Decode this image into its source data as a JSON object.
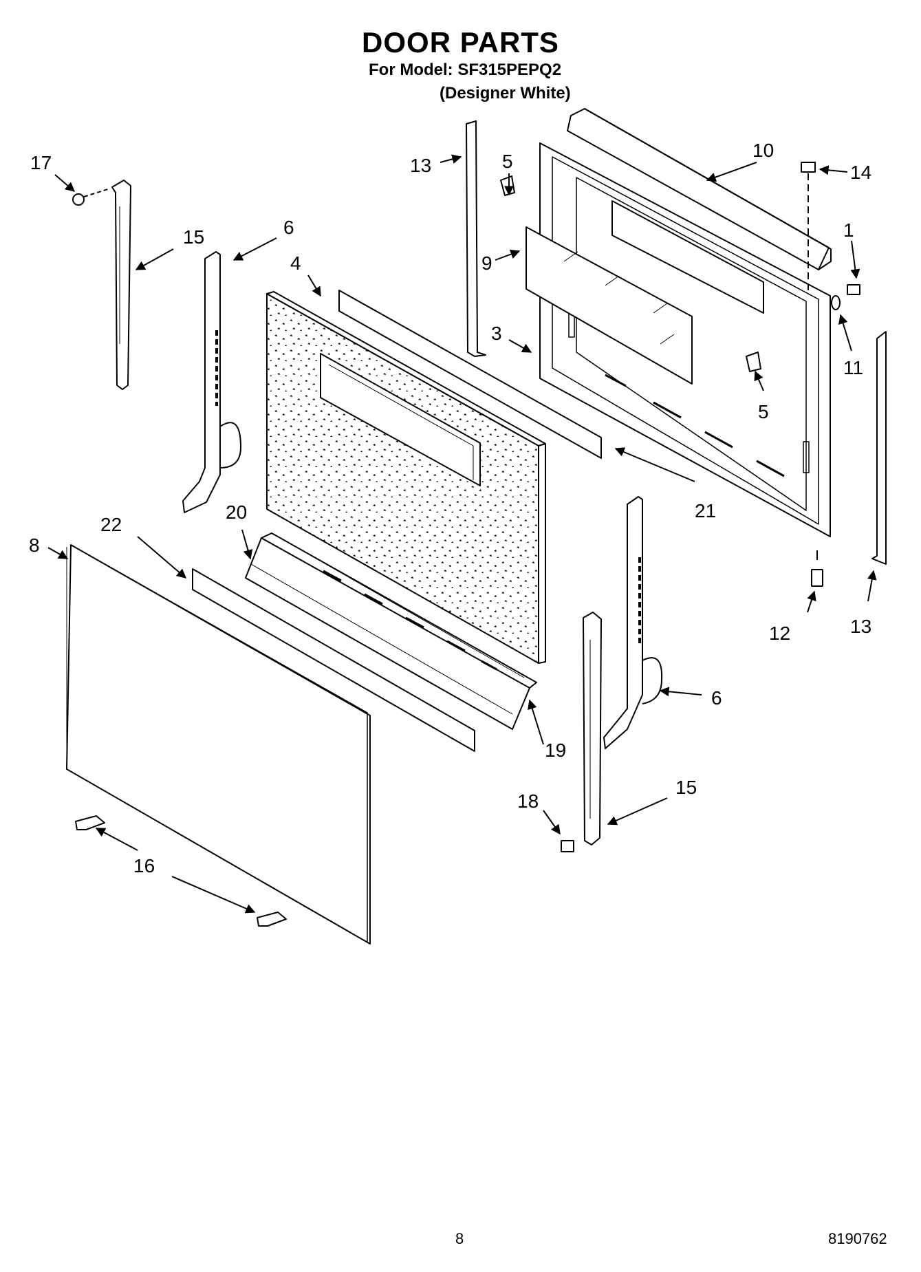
{
  "title": "DOOR PARTS",
  "model_line": "For Model: SF315PEPQ2",
  "variant_line": "(Designer White)",
  "page_number": "8",
  "doc_number": "8190762",
  "callouts": {
    "c1": "1",
    "c3": "3",
    "c4": "4",
    "c5a": "5",
    "c5b": "5",
    "c6a": "6",
    "c6b": "6",
    "c8": "8",
    "c9": "9",
    "c10": "10",
    "c11": "11",
    "c12": "12",
    "c13a": "13",
    "c13b": "13",
    "c14": "14",
    "c15a": "15",
    "c15b": "15",
    "c16": "16",
    "c17": "17",
    "c18": "18",
    "c19": "19",
    "c20": "20",
    "c21": "21",
    "c22": "22"
  }
}
